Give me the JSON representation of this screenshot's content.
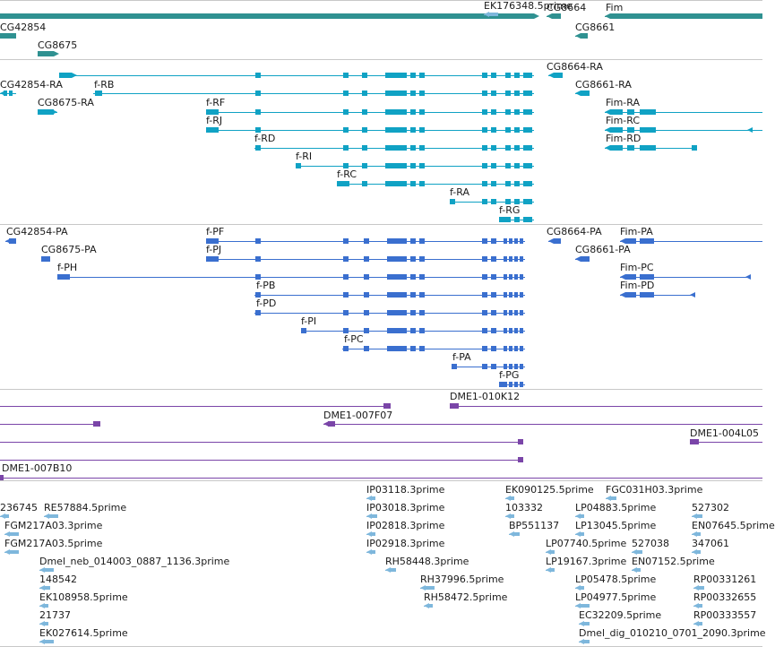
{
  "colors": {
    "gene": "#2f9191",
    "mrna": "#10a2c4",
    "cds": "#3a6fcf",
    "clone": "#7a45a8",
    "est": "#7eb7dc",
    "separator": "#c8c8c8"
  },
  "labels": {
    "genes": [
      "CG8664",
      "Fim",
      "CG42854",
      "CG8661",
      "CG8675"
    ],
    "mrna": [
      "CG8664-RA",
      "CG42854-RA",
      "f-RB",
      "CG8661-RA",
      "CG8675-RA",
      "f-RF",
      "Fim-RA",
      "f-RJ",
      "Fim-RC",
      "f-RD",
      "Fim-RD",
      "f-RI",
      "f-RC",
      "f-RA",
      "f-RG"
    ],
    "cds": [
      "CG42854-PA",
      "f-PF",
      "CG8664-PA",
      "Fim-PA",
      "CG8675-PA",
      "f-PJ",
      "CG8661-PA",
      "f-PH",
      "Fim-PC",
      "f-PB",
      "Fim-PD",
      "f-PD",
      "f-PI",
      "f-PC",
      "f-PA",
      "f-PG"
    ],
    "clones": [
      "DME1-010K12",
      "DME1-007F07",
      "DME1-004L05",
      "DME1-007B10"
    ],
    "ests": [
      "EK176348.5prime",
      "IP03118.3prime",
      "EK090125.5prime",
      "FGC031H03.3prime",
      "236745",
      "RE57884.5prime",
      "IP03018.3prime",
      "103332",
      "LP04883.5prime",
      "527302",
      "FGM217A03.3prime",
      "IP02818.3prime",
      "BP551137",
      "LP13045.5prime",
      "EN07645.5prime",
      "FGM217A03.5prime",
      "IP02918.3prime",
      "LP07740.5prime",
      "527038",
      "347061",
      "Dmel_neb_014003_0887_1136.3prime",
      "RH58448.3prime",
      "LP19167.3prime",
      "EN07152.5prime",
      "148542",
      "RH37996.5prime",
      "LP05478.5prime",
      "RP00331261",
      "EK108958.5prime",
      "RH58472.5prime",
      "LP04977.5prime",
      "RP00332655",
      "21737",
      "EC32209.5prime",
      "RP00333557",
      "EK027614.5prime",
      "Dmel_dig_010210_0701_2090.3prime"
    ]
  }
}
